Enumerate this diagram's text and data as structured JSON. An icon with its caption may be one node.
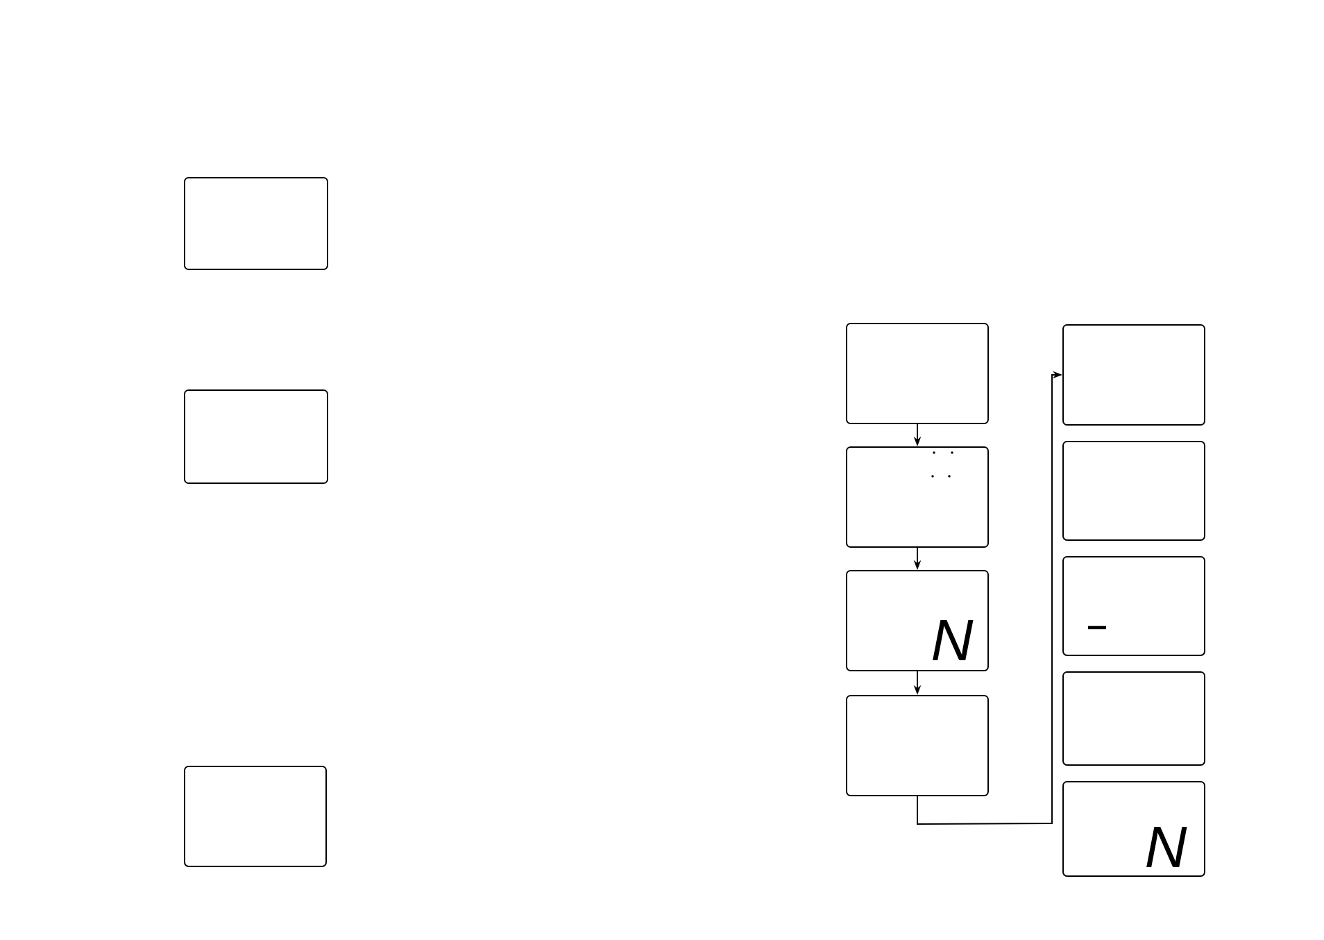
{
  "diagram": {
    "nodes": [
      {
        "text": [],
        "shape": "box"
      },
      {
        "text": [],
        "shape": "box"
      },
      {
        "text": [],
        "shape": "box"
      },
      {
        "text": [],
        "shape": "box"
      },
      {
        "text": [],
        "shape": "box"
      },
      {
        "text": [
          "N"
        ]
      },
      {
        "text": [],
        "shape": "box"
      },
      {
        "text": [],
        "shape": "box"
      },
      {
        "text": [],
        "shape": "box"
      },
      {
        "text": [],
        "shape": "box"
      },
      {
        "text": [],
        "shape": "box"
      },
      {
        "text": [
          "N"
        ]
      }
    ],
    "edges": [
      {
        "from": 3,
        "to": 4,
        "arrow": "to"
      },
      {
        "from": 4,
        "to": 5,
        "arrow": "to"
      },
      {
        "from": 5,
        "to": 6,
        "arrow": "to"
      },
      {
        "from": 6,
        "to": 7,
        "arrow": "to"
      }
    ]
  }
}
